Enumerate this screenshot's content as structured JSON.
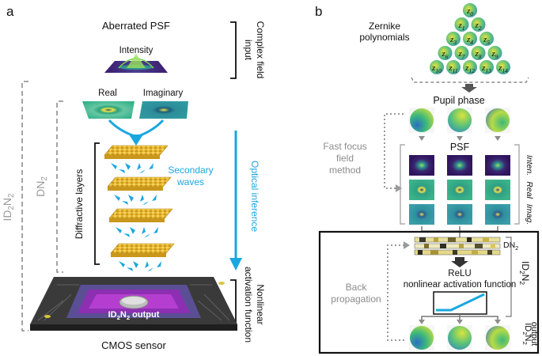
{
  "panel_a": {
    "label": "a",
    "aberrated_psf": "Aberrated PSF",
    "intensity": "Intensity",
    "real": "Real",
    "imaginary": "Imaginary",
    "complex_field_input_1": "Complex field",
    "complex_field_input_2": "input",
    "optical_inference": "Optical inference",
    "secondary_waves_1": "Secondary",
    "secondary_waves_2": "waves",
    "diffractive_layers": "Diffractive layers",
    "dn2_main": "DN",
    "dn2_sub": "2",
    "id2n2_outer_main": "ID",
    "id2n2_outer_sub1": "2",
    "id2n2_outer_mid": "N",
    "id2n2_outer_sub2": "2",
    "output_main": "ID",
    "output_sub1": "2",
    "output_mid": "N",
    "output_sub2": "2",
    "output_suffix": " output",
    "nonlinear_1": "Nonlinear",
    "nonlinear_2": "activation function",
    "cmos_sensor": "CMOS sensor"
  },
  "panel_b": {
    "label": "b",
    "zernike_1": "Zernike",
    "zernike_2": "polynomials",
    "zernike_terms": [
      {
        "base": "z",
        "sub": "0"
      },
      {
        "base": "z",
        "sub": "1"
      },
      {
        "base": "z",
        "sub": "2"
      },
      {
        "base": "z",
        "sub": "3"
      },
      {
        "base": "z",
        "sub": "4"
      },
      {
        "base": "z",
        "sub": "5"
      },
      {
        "base": "z",
        "sub": "6"
      },
      {
        "base": "z",
        "sub": "7"
      },
      {
        "base": "z",
        "sub": "8"
      },
      {
        "base": "z",
        "sub": "9"
      },
      {
        "base": "z",
        "sub": "10"
      },
      {
        "base": "z",
        "sub": "11"
      },
      {
        "base": "z",
        "sub": "12"
      },
      {
        "base": "z",
        "sub": "13"
      },
      {
        "base": "z",
        "sub": "14"
      }
    ],
    "pupil_phase": "Pupil phase",
    "fast_focus_1": "Fast focus",
    "fast_focus_2": "field",
    "fast_focus_3": "method",
    "psf": "PSF",
    "inten": "Inten.",
    "real": "Real",
    "imag": "Imag.",
    "dn2_main": "DN",
    "dn2_sub": "2",
    "relu": "ReLU",
    "nonlinear": "nonlinear activation function",
    "back_1": "Back",
    "back_2": "propagation",
    "id2n2_main": "ID",
    "id2n2_sub1": "2",
    "id2n2_mid": "N",
    "id2n2_sub2": "2",
    "output_label": "output"
  },
  "colors": {
    "accent_blue": "#1aa7e0",
    "gray_dashed": "#9a9a9a",
    "layer_gold": "#e7b62e",
    "sensor_dark": "#3a3a3a",
    "sensor_purple": "#9b30b8",
    "phase_yellow": "#d8e43a",
    "phase_green": "#3db87a",
    "phase_blue": "#2c79c6"
  }
}
